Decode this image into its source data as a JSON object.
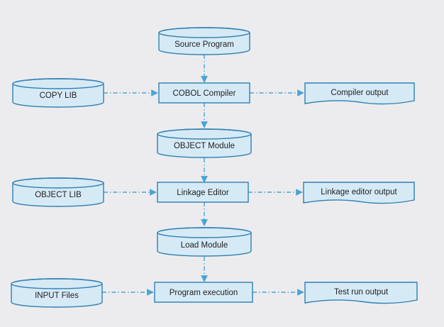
{
  "nodes": {
    "source_program": "Source Program",
    "copy_lib": "COPY LIB",
    "cobol_compiler": "COBOL Compiler",
    "compiler_output": "Compiler output",
    "object_module": "OBJECT Module",
    "object_lib": "OBJECT LIB",
    "linkage_editor": "Linkage Editor",
    "linkage_editor_output": "Linkage editor output",
    "load_module": "Load Module",
    "input_files": "INPUT Files",
    "program_execution": "Program execution",
    "test_run_output": "Test run output"
  },
  "colors": {
    "fill": "#d6eaf6",
    "outline": "#2f7fb3",
    "connector": "#4aa3d6",
    "background": "#ececee"
  }
}
